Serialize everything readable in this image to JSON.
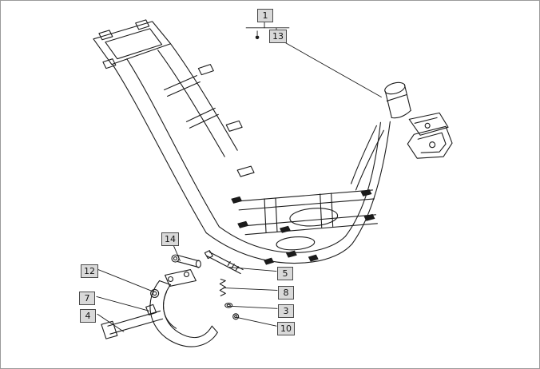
{
  "diagram": {
    "colors": {
      "background": "#ffffff",
      "line": "#1b1b1b",
      "callout_fill": "#d9d9d9",
      "callout_border": "#4a4a4a"
    }
  },
  "callouts": [
    {
      "label": "1"
    },
    {
      "label": "13"
    },
    {
      "label": "14"
    },
    {
      "label": "12"
    },
    {
      "label": "7"
    },
    {
      "label": "4"
    },
    {
      "label": "5"
    },
    {
      "label": "8"
    },
    {
      "label": "3"
    },
    {
      "label": "10"
    }
  ]
}
